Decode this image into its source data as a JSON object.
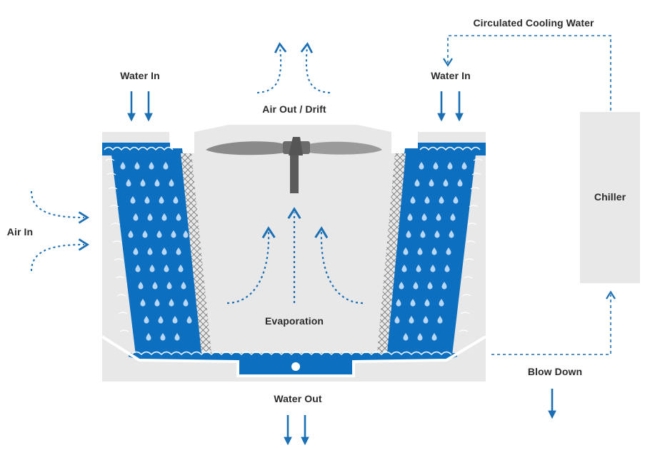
{
  "labels": {
    "circulated_cooling_water": "Circulated Cooling Water",
    "water_in_left": "Water In",
    "water_in_right": "Water In",
    "air_out_drift": "Air Out / Drift",
    "air_in": "Air In",
    "chiller": "Chiller",
    "evaporation": "Evaporation",
    "blow_down": "Blow Down",
    "water_out": "Water Out"
  },
  "colors": {
    "water_blue": "#0c6fbf",
    "arrow_blue": "#1a6fb5",
    "tower_gray": "#e8e8e8",
    "outline_white": "#ffffff",
    "fan_gray": "#7b7b7b",
    "label_text": "#2b2b2b"
  },
  "icons": [
    "fan-icon",
    "water-droplet-icon",
    "flow-arrow-icon"
  ]
}
